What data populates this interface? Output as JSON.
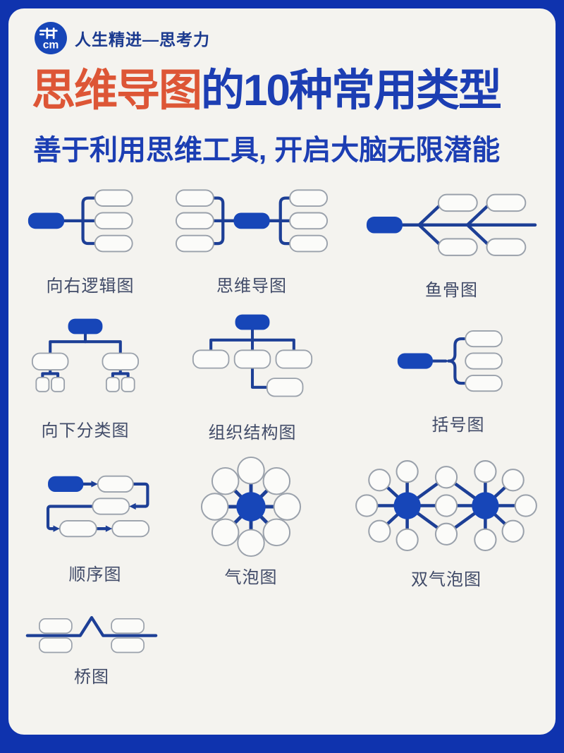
{
  "colors": {
    "frame_blue": "#0f33ae",
    "card_bg": "#f4f3ef",
    "filled_node_blue": "#1746b8",
    "connector_navy": "#1d3f96",
    "outline_node_stroke": "#9aa1ab",
    "title_highlight_orange": "#dd5636",
    "title_blue": "#1c3eb3",
    "label_color": "#414b68",
    "brand_color": "#1b3a8f"
  },
  "header": {
    "brand": "人生精进—思考力",
    "logo_text": "cm"
  },
  "title": {
    "highlight": "思维导图",
    "rest": "的10种常用类型"
  },
  "subtitle": "善于利用思维工具, 开启大脑无限潜能",
  "diagrams": [
    {
      "id": "right-logic",
      "label": "向右逻辑图"
    },
    {
      "id": "mind-map",
      "label": "思维导图"
    },
    {
      "id": "fishbone",
      "label": "鱼骨图"
    },
    {
      "id": "down-class",
      "label": "向下分类图"
    },
    {
      "id": "org-chart",
      "label": "组织结构图"
    },
    {
      "id": "bracket",
      "label": "括号图"
    },
    {
      "id": "sequence",
      "label": "顺序图"
    },
    {
      "id": "bubble",
      "label": "气泡图"
    },
    {
      "id": "double-bubble",
      "label": "双气泡图"
    },
    {
      "id": "bridge",
      "label": "桥图"
    }
  ]
}
